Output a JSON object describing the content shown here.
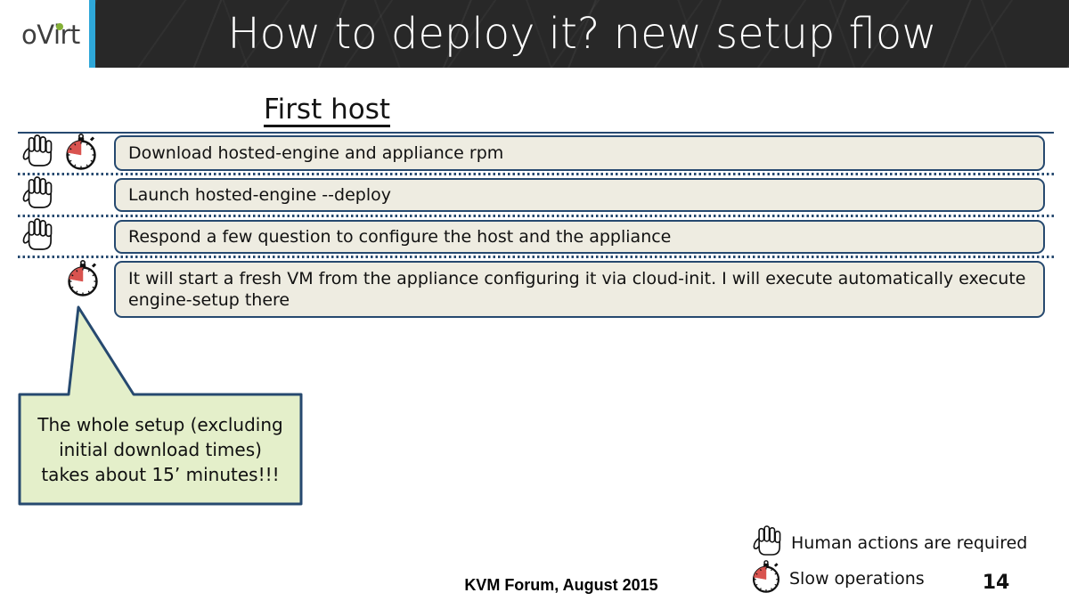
{
  "logo": {
    "text": "oVirt"
  },
  "header": {
    "title": "How to deploy it? new setup flow"
  },
  "section": {
    "heading": "First host"
  },
  "steps": [
    {
      "text": "Download hosted-engine and appliance rpm",
      "human": true,
      "slow": true
    },
    {
      "text": "Launch hosted-engine --deploy",
      "human": true,
      "slow": false
    },
    {
      "text": "Respond a few question to configure the host and the appliance",
      "human": true,
      "slow": false
    },
    {
      "text": "It will start a fresh VM from the appliance configuring it via cloud-init. I will execute automatically execute engine-setup there",
      "human": false,
      "slow": true
    }
  ],
  "callout": {
    "line1": "The whole setup (excluding",
    "line2": "initial download times)",
    "line3": "takes about 15’ minutes!!!"
  },
  "legend": {
    "items": [
      {
        "icon": "hand-icon",
        "label": "Human actions are required"
      },
      {
        "icon": "stopwatch-icon",
        "label": "Slow operations"
      }
    ]
  },
  "footer": {
    "credit": "KVM Forum, August 2015",
    "page": "14"
  },
  "colors": {
    "border_navy": "#26496f",
    "box_fill": "#eeece1",
    "callout_fill": "#e4efca",
    "banner_bg": "#282828",
    "stripe_blue": "#2ea7d8",
    "logo_green": "#84b036",
    "stopwatch_red": "#d9534f"
  }
}
